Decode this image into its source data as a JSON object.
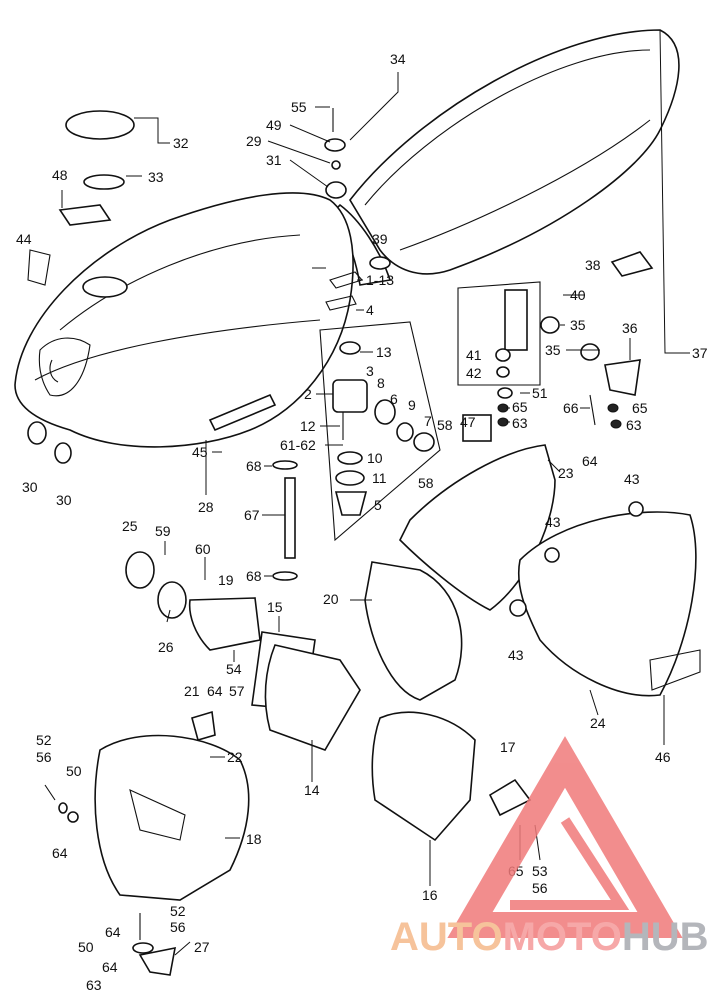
{
  "labels": [
    {
      "id": "34",
      "text": "34"
    },
    {
      "id": "55",
      "text": "55"
    },
    {
      "id": "49",
      "text": "49"
    },
    {
      "id": "29",
      "text": "29"
    },
    {
      "id": "31",
      "text": "31"
    },
    {
      "id": "32",
      "text": "32"
    },
    {
      "id": "33",
      "text": "33"
    },
    {
      "id": "48",
      "text": "48"
    },
    {
      "id": "44",
      "text": "44"
    },
    {
      "id": "39",
      "text": "39"
    },
    {
      "id": "1-13",
      "text": "1-13"
    },
    {
      "id": "4",
      "text": "4"
    },
    {
      "id": "13",
      "text": "13"
    },
    {
      "id": "3",
      "text": "3"
    },
    {
      "id": "2",
      "text": "2"
    },
    {
      "id": "8",
      "text": "8"
    },
    {
      "id": "6",
      "text": "6"
    },
    {
      "id": "9",
      "text": "9"
    },
    {
      "id": "7",
      "text": "7"
    },
    {
      "id": "58a",
      "text": "58"
    },
    {
      "id": "58b",
      "text": "58"
    },
    {
      "id": "47",
      "text": "47"
    },
    {
      "id": "12",
      "text": "12"
    },
    {
      "id": "61-62",
      "text": "61-62"
    },
    {
      "id": "10",
      "text": "10"
    },
    {
      "id": "11",
      "text": "11"
    },
    {
      "id": "5",
      "text": "5"
    },
    {
      "id": "68a",
      "text": "68"
    },
    {
      "id": "68b",
      "text": "68"
    },
    {
      "id": "67",
      "text": "67"
    },
    {
      "id": "45",
      "text": "45"
    },
    {
      "id": "28",
      "text": "28"
    },
    {
      "id": "30a",
      "text": "30"
    },
    {
      "id": "30b",
      "text": "30"
    },
    {
      "id": "38",
      "text": "38"
    },
    {
      "id": "40",
      "text": "40"
    },
    {
      "id": "35a",
      "text": "35"
    },
    {
      "id": "35b",
      "text": "35"
    },
    {
      "id": "36",
      "text": "36"
    },
    {
      "id": "37",
      "text": "37"
    },
    {
      "id": "41",
      "text": "41"
    },
    {
      "id": "42",
      "text": "42"
    },
    {
      "id": "51",
      "text": "51"
    },
    {
      "id": "65a",
      "text": "65"
    },
    {
      "id": "63a",
      "text": "63"
    },
    {
      "id": "66",
      "text": "66"
    },
    {
      "id": "65b",
      "text": "65"
    },
    {
      "id": "63b",
      "text": "63"
    },
    {
      "id": "64a",
      "text": "64"
    },
    {
      "id": "23",
      "text": "23"
    },
    {
      "id": "43a",
      "text": "43"
    },
    {
      "id": "43b",
      "text": "43"
    },
    {
      "id": "43c",
      "text": "43"
    },
    {
      "id": "20",
      "text": "20"
    },
    {
      "id": "24",
      "text": "24"
    },
    {
      "id": "46",
      "text": "46"
    },
    {
      "id": "25",
      "text": "25"
    },
    {
      "id": "59",
      "text": "59"
    },
    {
      "id": "60",
      "text": "60"
    },
    {
      "id": "19",
      "text": "19"
    },
    {
      "id": "15",
      "text": "15"
    },
    {
      "id": "26",
      "text": "26"
    },
    {
      "id": "54",
      "text": "54"
    },
    {
      "id": "21",
      "text": "21"
    },
    {
      "id": "64b",
      "text": "64"
    },
    {
      "id": "57",
      "text": "57"
    },
    {
      "id": "22",
      "text": "22"
    },
    {
      "id": "14",
      "text": "14"
    },
    {
      "id": "52a",
      "text": "52"
    },
    {
      "id": "56a",
      "text": "56"
    },
    {
      "id": "50a",
      "text": "50"
    },
    {
      "id": "64c",
      "text": "64"
    },
    {
      "id": "18",
      "text": "18"
    },
    {
      "id": "17",
      "text": "17"
    },
    {
      "id": "65c",
      "text": "65"
    },
    {
      "id": "53",
      "text": "53"
    },
    {
      "id": "56b",
      "text": "56"
    },
    {
      "id": "16",
      "text": "16"
    },
    {
      "id": "64d",
      "text": "64"
    },
    {
      "id": "52b",
      "text": "52"
    },
    {
      "id": "56c",
      "text": "56"
    },
    {
      "id": "50b",
      "text": "50"
    },
    {
      "id": "27",
      "text": "27"
    },
    {
      "id": "64e",
      "text": "64"
    },
    {
      "id": "63c",
      "text": "63"
    }
  ],
  "watermark": {
    "brand_auto": "AUTO",
    "brand_moto": "MOTO",
    "brand_hub": "HUB",
    "colors": {
      "auto": "#f5b98a",
      "moto": "#f59a9a",
      "hub": "#a8aab0",
      "triangle": "#f07a7a"
    }
  }
}
